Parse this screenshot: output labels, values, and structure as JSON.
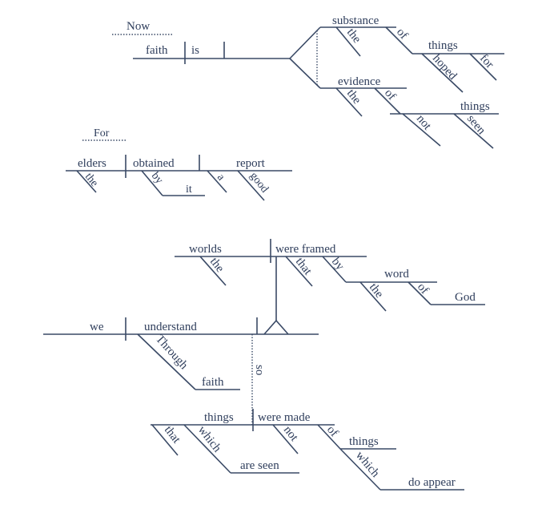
{
  "sentence1": {
    "now": "Now",
    "faith": "faith",
    "is": "is",
    "substance": "substance",
    "the_a": "the",
    "of_a": "of",
    "things_a": "things",
    "hoped": "hoped",
    "for": "for",
    "evidence": "evidence",
    "the_b": "the",
    "of_b": "of",
    "things_b": "things",
    "not": "not",
    "seen": "seen"
  },
  "sentence2": {
    "for": "For",
    "elders": "elders",
    "the": "the",
    "obtained": "obtained",
    "by": "by",
    "it": "it",
    "report": "report",
    "a": "a",
    "good": "good"
  },
  "sentence3": {
    "worlds": "worlds",
    "the_a": "the",
    "were_framed": "were framed",
    "that": "that",
    "by": "by",
    "word": "word",
    "the_b": "the",
    "of_a": "of",
    "god": "God",
    "we": "we",
    "understand": "understand",
    "through": "Through",
    "faith": "faith",
    "so": "so",
    "things_a": "things",
    "that_b": "that",
    "which_a": "which",
    "are_seen": "are seen",
    "were_made": "were made",
    "not": "not",
    "of_b": "of",
    "things_b": "things",
    "which_b": "which",
    "do_appear": "do appear"
  }
}
